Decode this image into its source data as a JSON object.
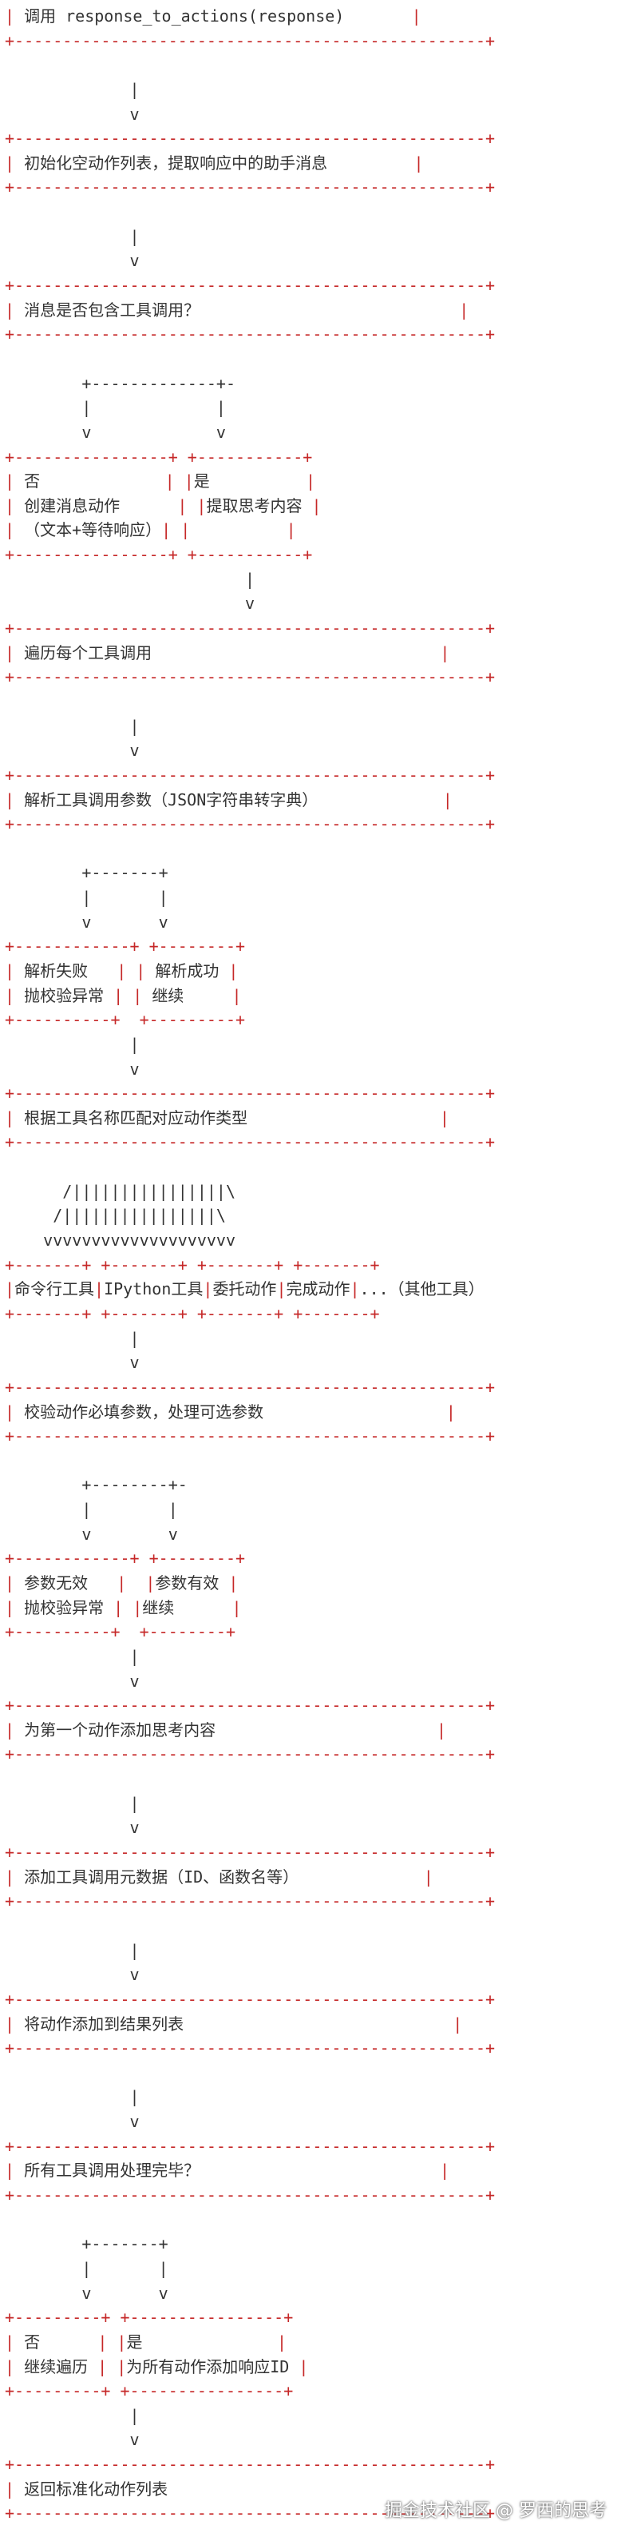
{
  "flowchart": {
    "lines": [
      {
        "kind": "txt",
        "segs": [
          [
            "r",
            "| "
          ],
          [
            "b",
            "调用 response_to_actions(response)"
          ],
          [
            "r",
            "       |"
          ]
        ]
      },
      {
        "kind": "sep",
        "text": "+-------------------------------------------------+"
      },
      {
        "kind": "gap"
      },
      {
        "kind": "arr",
        "text": "             |"
      },
      {
        "kind": "arr",
        "text": "             v"
      },
      {
        "kind": "sep",
        "text": "+-------------------------------------------------+"
      },
      {
        "kind": "txt",
        "segs": [
          [
            "r",
            "| "
          ],
          [
            "b",
            "初始化空动作列表，提取响应中的助手消息"
          ],
          [
            "r",
            "         |"
          ]
        ]
      },
      {
        "kind": "sep",
        "text": "+-------------------------------------------------+"
      },
      {
        "kind": "gap"
      },
      {
        "kind": "arr",
        "text": "             |"
      },
      {
        "kind": "arr",
        "text": "             v"
      },
      {
        "kind": "sep",
        "text": "+-------------------------------------------------+"
      },
      {
        "kind": "txt",
        "segs": [
          [
            "r",
            "| "
          ],
          [
            "b",
            "消息是否包含工具调用？"
          ],
          [
            "r",
            "                           |"
          ]
        ]
      },
      {
        "kind": "sep",
        "text": "+-------------------------------------------------+"
      },
      {
        "kind": "gap"
      },
      {
        "kind": "arr",
        "text": "        +-------------+-"
      },
      {
        "kind": "arr",
        "text": "        |             |"
      },
      {
        "kind": "arr",
        "text": "        v             v"
      },
      {
        "kind": "sep",
        "text": "+----------------+ +-----------+"
      },
      {
        "kind": "txt",
        "segs": [
          [
            "r",
            "| "
          ],
          [
            "b",
            "否"
          ],
          [
            "r",
            "             | |"
          ],
          [
            "b",
            "是"
          ],
          [
            "r",
            "          |"
          ]
        ]
      },
      {
        "kind": "txt",
        "segs": [
          [
            "r",
            "| "
          ],
          [
            "b",
            "创建消息动作"
          ],
          [
            "r",
            "      | |"
          ],
          [
            "b",
            "提取思考内容"
          ],
          [
            "r",
            " |"
          ]
        ]
      },
      {
        "kind": "txt",
        "segs": [
          [
            "r",
            "| "
          ],
          [
            "b",
            "（文本+等待响应）"
          ],
          [
            "r",
            "| |          |"
          ]
        ]
      },
      {
        "kind": "sep",
        "text": "+----------------+ +-----------+"
      },
      {
        "kind": "arr",
        "text": "                         |"
      },
      {
        "kind": "arr",
        "text": "                         v"
      },
      {
        "kind": "sep",
        "text": "+-------------------------------------------------+"
      },
      {
        "kind": "txt",
        "segs": [
          [
            "r",
            "| "
          ],
          [
            "b",
            "遍历每个工具调用"
          ],
          [
            "r",
            "                              |"
          ]
        ]
      },
      {
        "kind": "sep",
        "text": "+-------------------------------------------------+"
      },
      {
        "kind": "gap"
      },
      {
        "kind": "arr",
        "text": "             |"
      },
      {
        "kind": "arr",
        "text": "             v"
      },
      {
        "kind": "sep",
        "text": "+-------------------------------------------------+"
      },
      {
        "kind": "txt",
        "segs": [
          [
            "r",
            "| "
          ],
          [
            "b",
            "解析工具调用参数（JSON字符串转字典）"
          ],
          [
            "r",
            "             |"
          ]
        ]
      },
      {
        "kind": "sep",
        "text": "+-------------------------------------------------+"
      },
      {
        "kind": "gap"
      },
      {
        "kind": "arr",
        "text": "        +-------+"
      },
      {
        "kind": "arr",
        "text": "        |       |"
      },
      {
        "kind": "arr",
        "text": "        v       v"
      },
      {
        "kind": "sep",
        "text": "+------------+ +--------+"
      },
      {
        "kind": "txt",
        "segs": [
          [
            "r",
            "| "
          ],
          [
            "b",
            "解析失败"
          ],
          [
            "r",
            "   | | "
          ],
          [
            "b",
            "解析成功"
          ],
          [
            "r",
            " |"
          ]
        ]
      },
      {
        "kind": "txt",
        "segs": [
          [
            "r",
            "| "
          ],
          [
            "b",
            "抛校验异常"
          ],
          [
            "r",
            " | | "
          ],
          [
            "b",
            "继续"
          ],
          [
            "r",
            "     |"
          ]
        ]
      },
      {
        "kind": "sep",
        "text": "+----------+  +---------+"
      },
      {
        "kind": "arr",
        "text": "             |"
      },
      {
        "kind": "arr",
        "text": "             v"
      },
      {
        "kind": "sep",
        "text": "+-------------------------------------------------+"
      },
      {
        "kind": "txt",
        "segs": [
          [
            "r",
            "| "
          ],
          [
            "b",
            "根据工具名称匹配对应动作类型"
          ],
          [
            "r",
            "                    |"
          ]
        ]
      },
      {
        "kind": "sep",
        "text": "+-------------------------------------------------+"
      },
      {
        "kind": "gap"
      },
      {
        "kind": "arr",
        "text": "      /||||||||||||||||\\"
      },
      {
        "kind": "arr",
        "text": "     /||||||||||||||||\\"
      },
      {
        "kind": "arr",
        "text": "    vvvvvvvvvvvvvvvvvvvv"
      },
      {
        "kind": "sep",
        "text": "+-------+ +-------+ +-------+ +-------+"
      },
      {
        "kind": "txt",
        "segs": [
          [
            "r",
            "|"
          ],
          [
            "b",
            "命令行工具"
          ],
          [
            "r",
            "|"
          ],
          [
            "b",
            "IPython工具"
          ],
          [
            "r",
            "|"
          ],
          [
            "b",
            "委托动作"
          ],
          [
            "r",
            "|"
          ],
          [
            "b",
            "完成动作"
          ],
          [
            "r",
            "|"
          ],
          [
            "b",
            "...（其他工具）"
          ]
        ]
      },
      {
        "kind": "sep",
        "text": "+-------+ +-------+ +-------+ +-------+"
      },
      {
        "kind": "arr",
        "text": "             |"
      },
      {
        "kind": "arr",
        "text": "             v"
      },
      {
        "kind": "sep",
        "text": "+-------------------------------------------------+"
      },
      {
        "kind": "txt",
        "segs": [
          [
            "r",
            "| "
          ],
          [
            "b",
            "校验动作必填参数，处理可选参数"
          ],
          [
            "r",
            "                   |"
          ]
        ]
      },
      {
        "kind": "sep",
        "text": "+-------------------------------------------------+"
      },
      {
        "kind": "gap"
      },
      {
        "kind": "arr",
        "text": "        +--------+-"
      },
      {
        "kind": "arr",
        "text": "        |        |"
      },
      {
        "kind": "arr",
        "text": "        v        v"
      },
      {
        "kind": "sep",
        "text": "+------------+ +--------+"
      },
      {
        "kind": "txt",
        "segs": [
          [
            "r",
            "| "
          ],
          [
            "b",
            "参数无效"
          ],
          [
            "r",
            "   |  |"
          ],
          [
            "b",
            "参数有效"
          ],
          [
            "r",
            " |"
          ]
        ]
      },
      {
        "kind": "txt",
        "segs": [
          [
            "r",
            "| "
          ],
          [
            "b",
            "抛校验异常"
          ],
          [
            "r",
            " | |"
          ],
          [
            "b",
            "继续"
          ],
          [
            "r",
            "      |"
          ]
        ]
      },
      {
        "kind": "sep",
        "text": "+----------+  +--------+"
      },
      {
        "kind": "arr",
        "text": "             |"
      },
      {
        "kind": "arr",
        "text": "             v"
      },
      {
        "kind": "sep",
        "text": "+-------------------------------------------------+"
      },
      {
        "kind": "txt",
        "segs": [
          [
            "r",
            "| "
          ],
          [
            "b",
            "为第一个动作添加思考内容"
          ],
          [
            "r",
            "                       |"
          ]
        ]
      },
      {
        "kind": "sep",
        "text": "+-------------------------------------------------+"
      },
      {
        "kind": "gap"
      },
      {
        "kind": "arr",
        "text": "             |"
      },
      {
        "kind": "arr",
        "text": "             v"
      },
      {
        "kind": "sep",
        "text": "+-------------------------------------------------+"
      },
      {
        "kind": "txt",
        "segs": [
          [
            "r",
            "| "
          ],
          [
            "b",
            "添加工具调用元数据（ID、函数名等）"
          ],
          [
            "r",
            "             |"
          ]
        ]
      },
      {
        "kind": "sep",
        "text": "+-------------------------------------------------+"
      },
      {
        "kind": "gap"
      },
      {
        "kind": "arr",
        "text": "             |"
      },
      {
        "kind": "arr",
        "text": "             v"
      },
      {
        "kind": "sep",
        "text": "+-------------------------------------------------+"
      },
      {
        "kind": "txt",
        "segs": [
          [
            "r",
            "| "
          ],
          [
            "b",
            "将动作添加到结果列表"
          ],
          [
            "r",
            "                            |"
          ]
        ]
      },
      {
        "kind": "sep",
        "text": "+-------------------------------------------------+"
      },
      {
        "kind": "gap"
      },
      {
        "kind": "arr",
        "text": "             |"
      },
      {
        "kind": "arr",
        "text": "             v"
      },
      {
        "kind": "sep",
        "text": "+-------------------------------------------------+"
      },
      {
        "kind": "txt",
        "segs": [
          [
            "r",
            "| "
          ],
          [
            "b",
            "所有工具调用处理完毕？"
          ],
          [
            "r",
            "                         |"
          ]
        ]
      },
      {
        "kind": "sep",
        "text": "+-------------------------------------------------+"
      },
      {
        "kind": "gap"
      },
      {
        "kind": "arr",
        "text": "        +-------+"
      },
      {
        "kind": "arr",
        "text": "        |       |"
      },
      {
        "kind": "arr",
        "text": "        v       v"
      },
      {
        "kind": "sep",
        "text": "+---------+ +----------------+"
      },
      {
        "kind": "txt",
        "segs": [
          [
            "r",
            "| "
          ],
          [
            "b",
            "否"
          ],
          [
            "r",
            "      | |"
          ],
          [
            "b",
            "是"
          ],
          [
            "r",
            "              |"
          ]
        ]
      },
      {
        "kind": "txt",
        "segs": [
          [
            "r",
            "| "
          ],
          [
            "b",
            "继续遍历"
          ],
          [
            "r",
            " | |"
          ],
          [
            "b",
            "为所有动作添加响应ID"
          ],
          [
            "r",
            " |"
          ]
        ]
      },
      {
        "kind": "sep",
        "text": "+---------+ +----------------+"
      },
      {
        "kind": "arr",
        "text": "             |"
      },
      {
        "kind": "arr",
        "text": "             v"
      },
      {
        "kind": "sep",
        "text": "+-------------------------------------------------+"
      },
      {
        "kind": "txt",
        "segs": [
          [
            "r",
            "| "
          ],
          [
            "b",
            "返回标准化动作列表"
          ]
        ]
      },
      {
        "kind": "sep",
        "text": "+-------------------------------------------------+"
      }
    ]
  },
  "watermark": {
    "text": "掘金技术社区 @ 罗西的思考"
  },
  "colors": {
    "ascii": "#c62828",
    "text": "#333333",
    "background": "#ffffff"
  }
}
